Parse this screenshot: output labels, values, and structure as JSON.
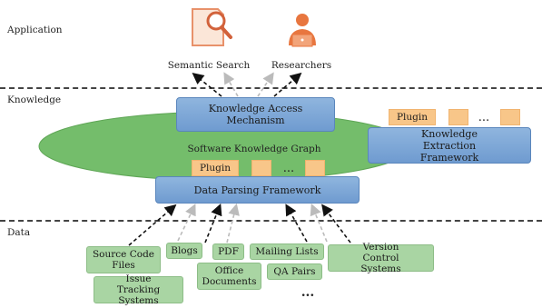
{
  "layers": {
    "application": "Application",
    "knowledge": "Knowledge",
    "data": "Data"
  },
  "application_items": {
    "semantic_search": "Semantic Search",
    "researchers": "Researchers"
  },
  "knowledge_items": {
    "access_mechanism": "Knowledge Access Mechanism",
    "graph": "Software Knowledge Graph",
    "extraction_framework": "Knowledge Extraction Framework",
    "plugin_label": "Plugin",
    "ellipsis": "..."
  },
  "data_items": {
    "parsing_framework": "Data Parsing Framework",
    "sources": {
      "source_code_files": "Source Code Files",
      "blogs": "Blogs",
      "pdf": "PDF",
      "mailing_lists": "Mailing Lists",
      "version_control": "Version Control Systems",
      "office_documents": "Office Documents",
      "qa_pairs": "QA Pairs",
      "issue_tracking": "Issue Tracking Systems",
      "more": "..."
    }
  },
  "colors": {
    "blue_box": "#7ea8d8",
    "green_box": "#a9d5a3",
    "ellipse": "#74bd6b",
    "plugin": "#f8c689",
    "icon": "#f0a070"
  },
  "icons": {
    "search": "document-search-icon",
    "researcher": "person-laptop-icon"
  }
}
